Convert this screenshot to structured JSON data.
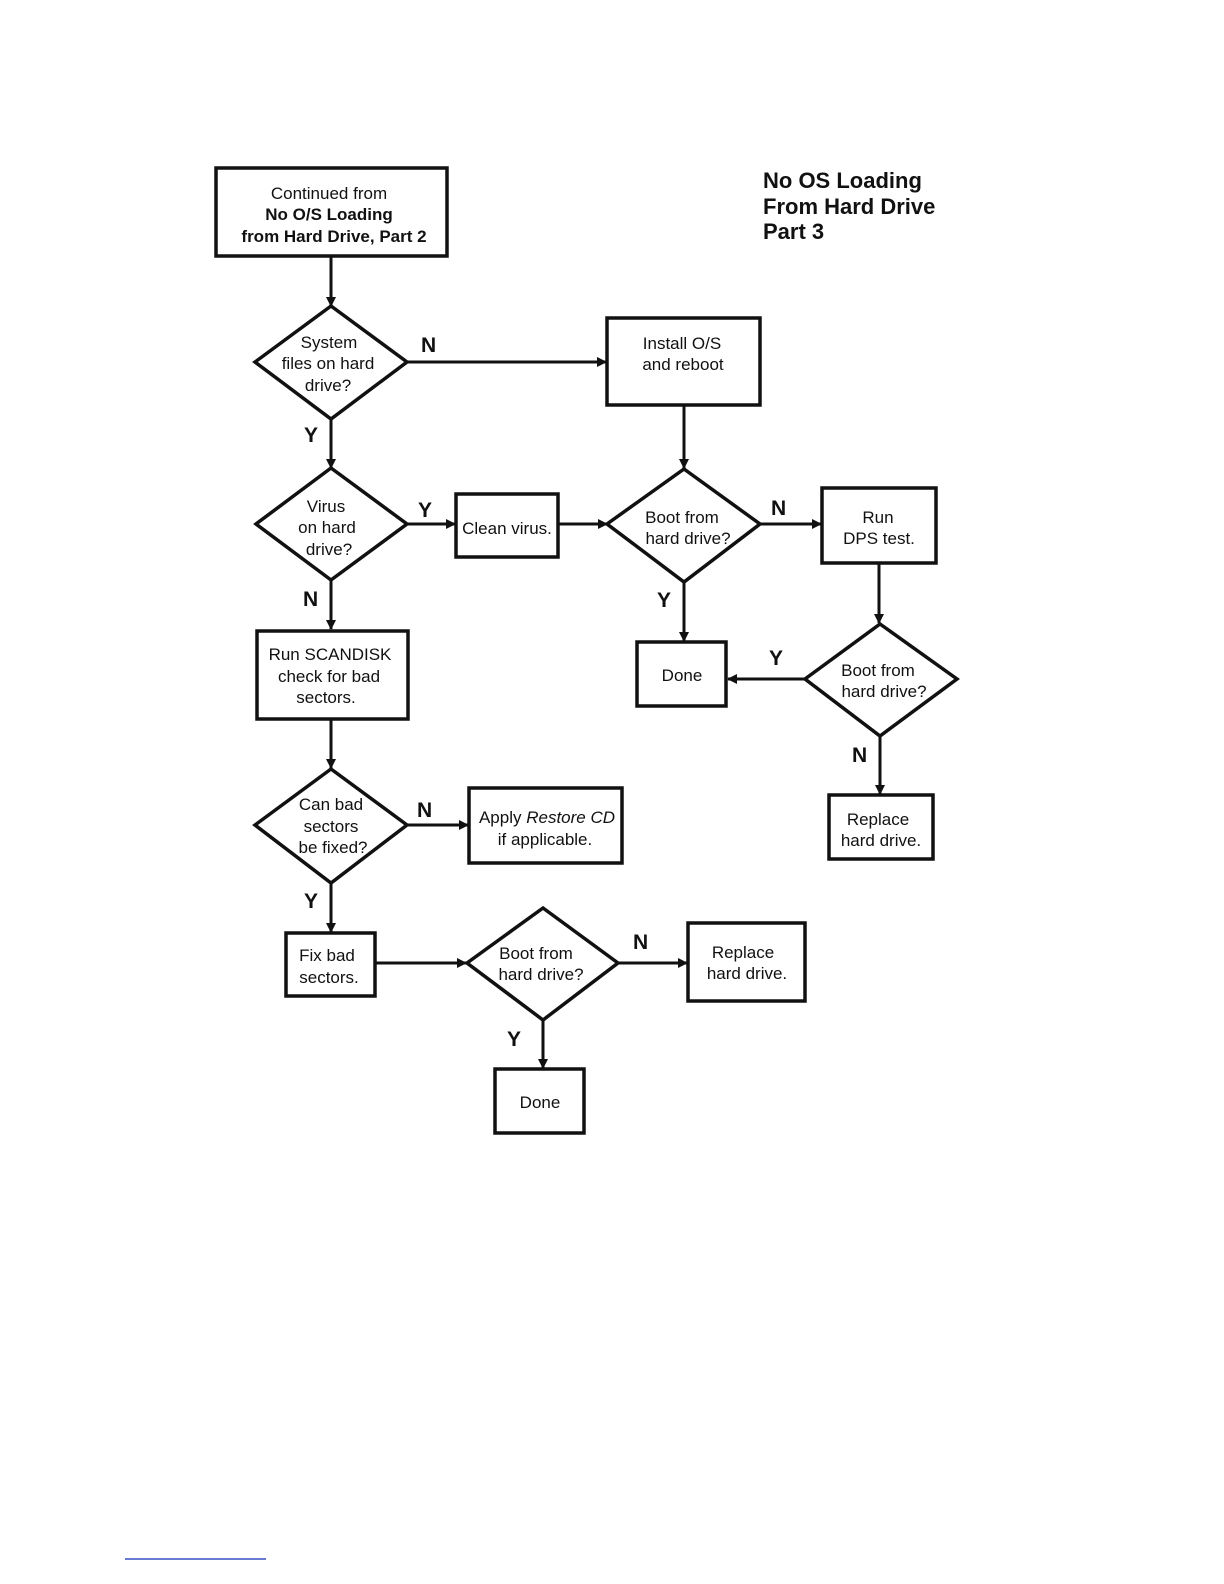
{
  "title": [
    "No OS Loading",
    "From Hard Drive",
    "Part 3"
  ],
  "nodes": {
    "continued": {
      "lines": [
        "Continued from",
        "No O/S Loading",
        "from Hard Drive, Part 2"
      ]
    },
    "system_files": {
      "lines": [
        "System",
        "files on hard",
        "drive?"
      ]
    },
    "install_os": {
      "lines": [
        "Install O/S",
        "and reboot"
      ]
    },
    "virus": {
      "lines": [
        "Virus",
        "on hard",
        "drive?"
      ]
    },
    "clean_virus": {
      "lines": [
        "Clean virus."
      ]
    },
    "boot1": {
      "lines": [
        "Boot from",
        "hard drive?"
      ]
    },
    "run_dps": {
      "lines": [
        "Run",
        "DPS test."
      ]
    },
    "done1": {
      "lines": [
        "Done"
      ]
    },
    "boot2": {
      "lines": [
        "Boot from",
        "hard drive?"
      ]
    },
    "replace1": {
      "lines": [
        "Replace",
        "hard drive."
      ]
    },
    "scandisk": {
      "lines": [
        "Run SCANDISK",
        "check for bad",
        "sectors."
      ]
    },
    "can_fix": {
      "lines": [
        "Can bad",
        "sectors",
        "be fixed?"
      ]
    },
    "restore": {
      "lines": [
        "Apply ",
        "Restore CD",
        "if applicable."
      ]
    },
    "fix_bad": {
      "lines": [
        "Fix bad",
        "sectors."
      ]
    },
    "boot3": {
      "lines": [
        "Boot from",
        "hard drive?"
      ]
    },
    "replace2": {
      "lines": [
        "Replace",
        "hard drive."
      ]
    },
    "done2": {
      "lines": [
        "Done"
      ]
    }
  },
  "edge_labels": {
    "system_files_no": "N",
    "system_files_yes": "Y",
    "virus_yes": "Y",
    "virus_no": "N",
    "boot1_no": "N",
    "boot1_yes": "Y",
    "boot2_yes": "Y",
    "boot2_no": "N",
    "can_fix_no": "N",
    "can_fix_yes": "Y",
    "boot3_no": "N",
    "boot3_yes": "Y"
  }
}
